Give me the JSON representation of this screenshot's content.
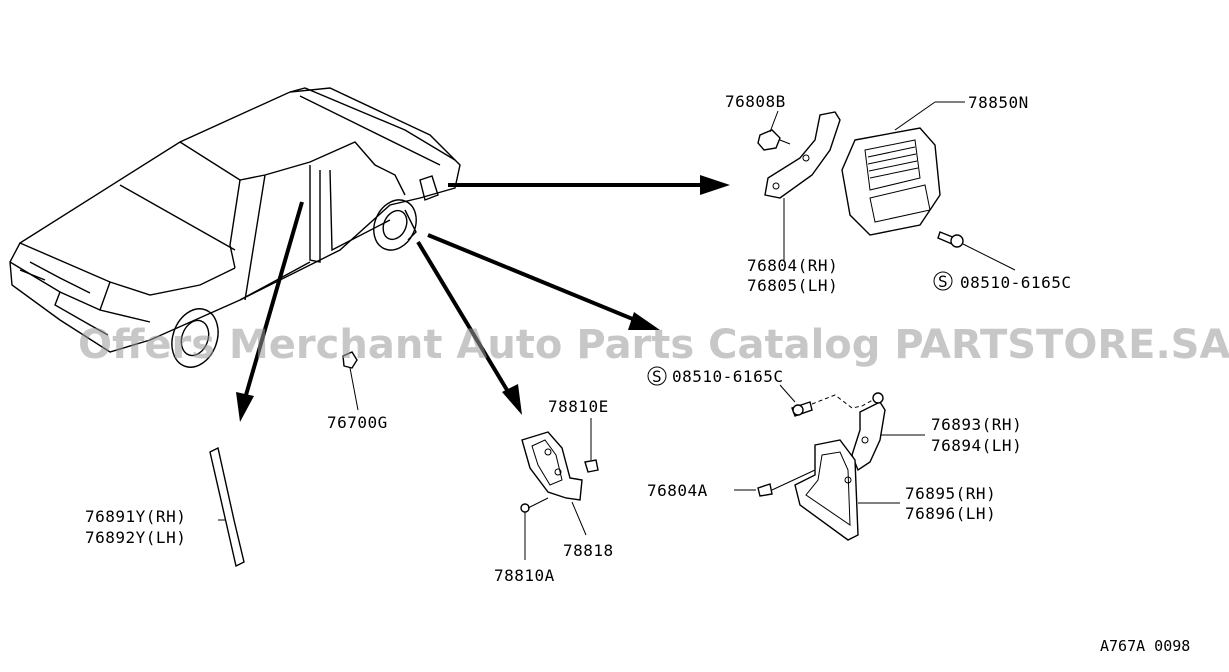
{
  "diagram": {
    "watermark": "Offers Merchant Auto Parts Catalog PARTSTORE.SA",
    "code": "A767A 0098",
    "screw_symbol": "S",
    "labels": {
      "p76808B": "76808B",
      "p78850N": "78850N",
      "p76804_rh": "76804(RH)",
      "p76805_lh": "76805(LH)",
      "p08510_top": "08510-6165C",
      "p08510_mid": "08510-6165C",
      "p76700G": "76700G",
      "p78810E": "78810E",
      "p76893_rh": "76893(RH)",
      "p76894_lh": "76894(LH)",
      "p76804A": "76804A",
      "p76895_rh": "76895(RH)",
      "p76896_lh": "76896(LH)",
      "p76891Y_rh": "76891Y(RH)",
      "p76892Y_lh": "76892Y(LH)",
      "p78818": "78818",
      "p78810A": "78810A"
    }
  }
}
